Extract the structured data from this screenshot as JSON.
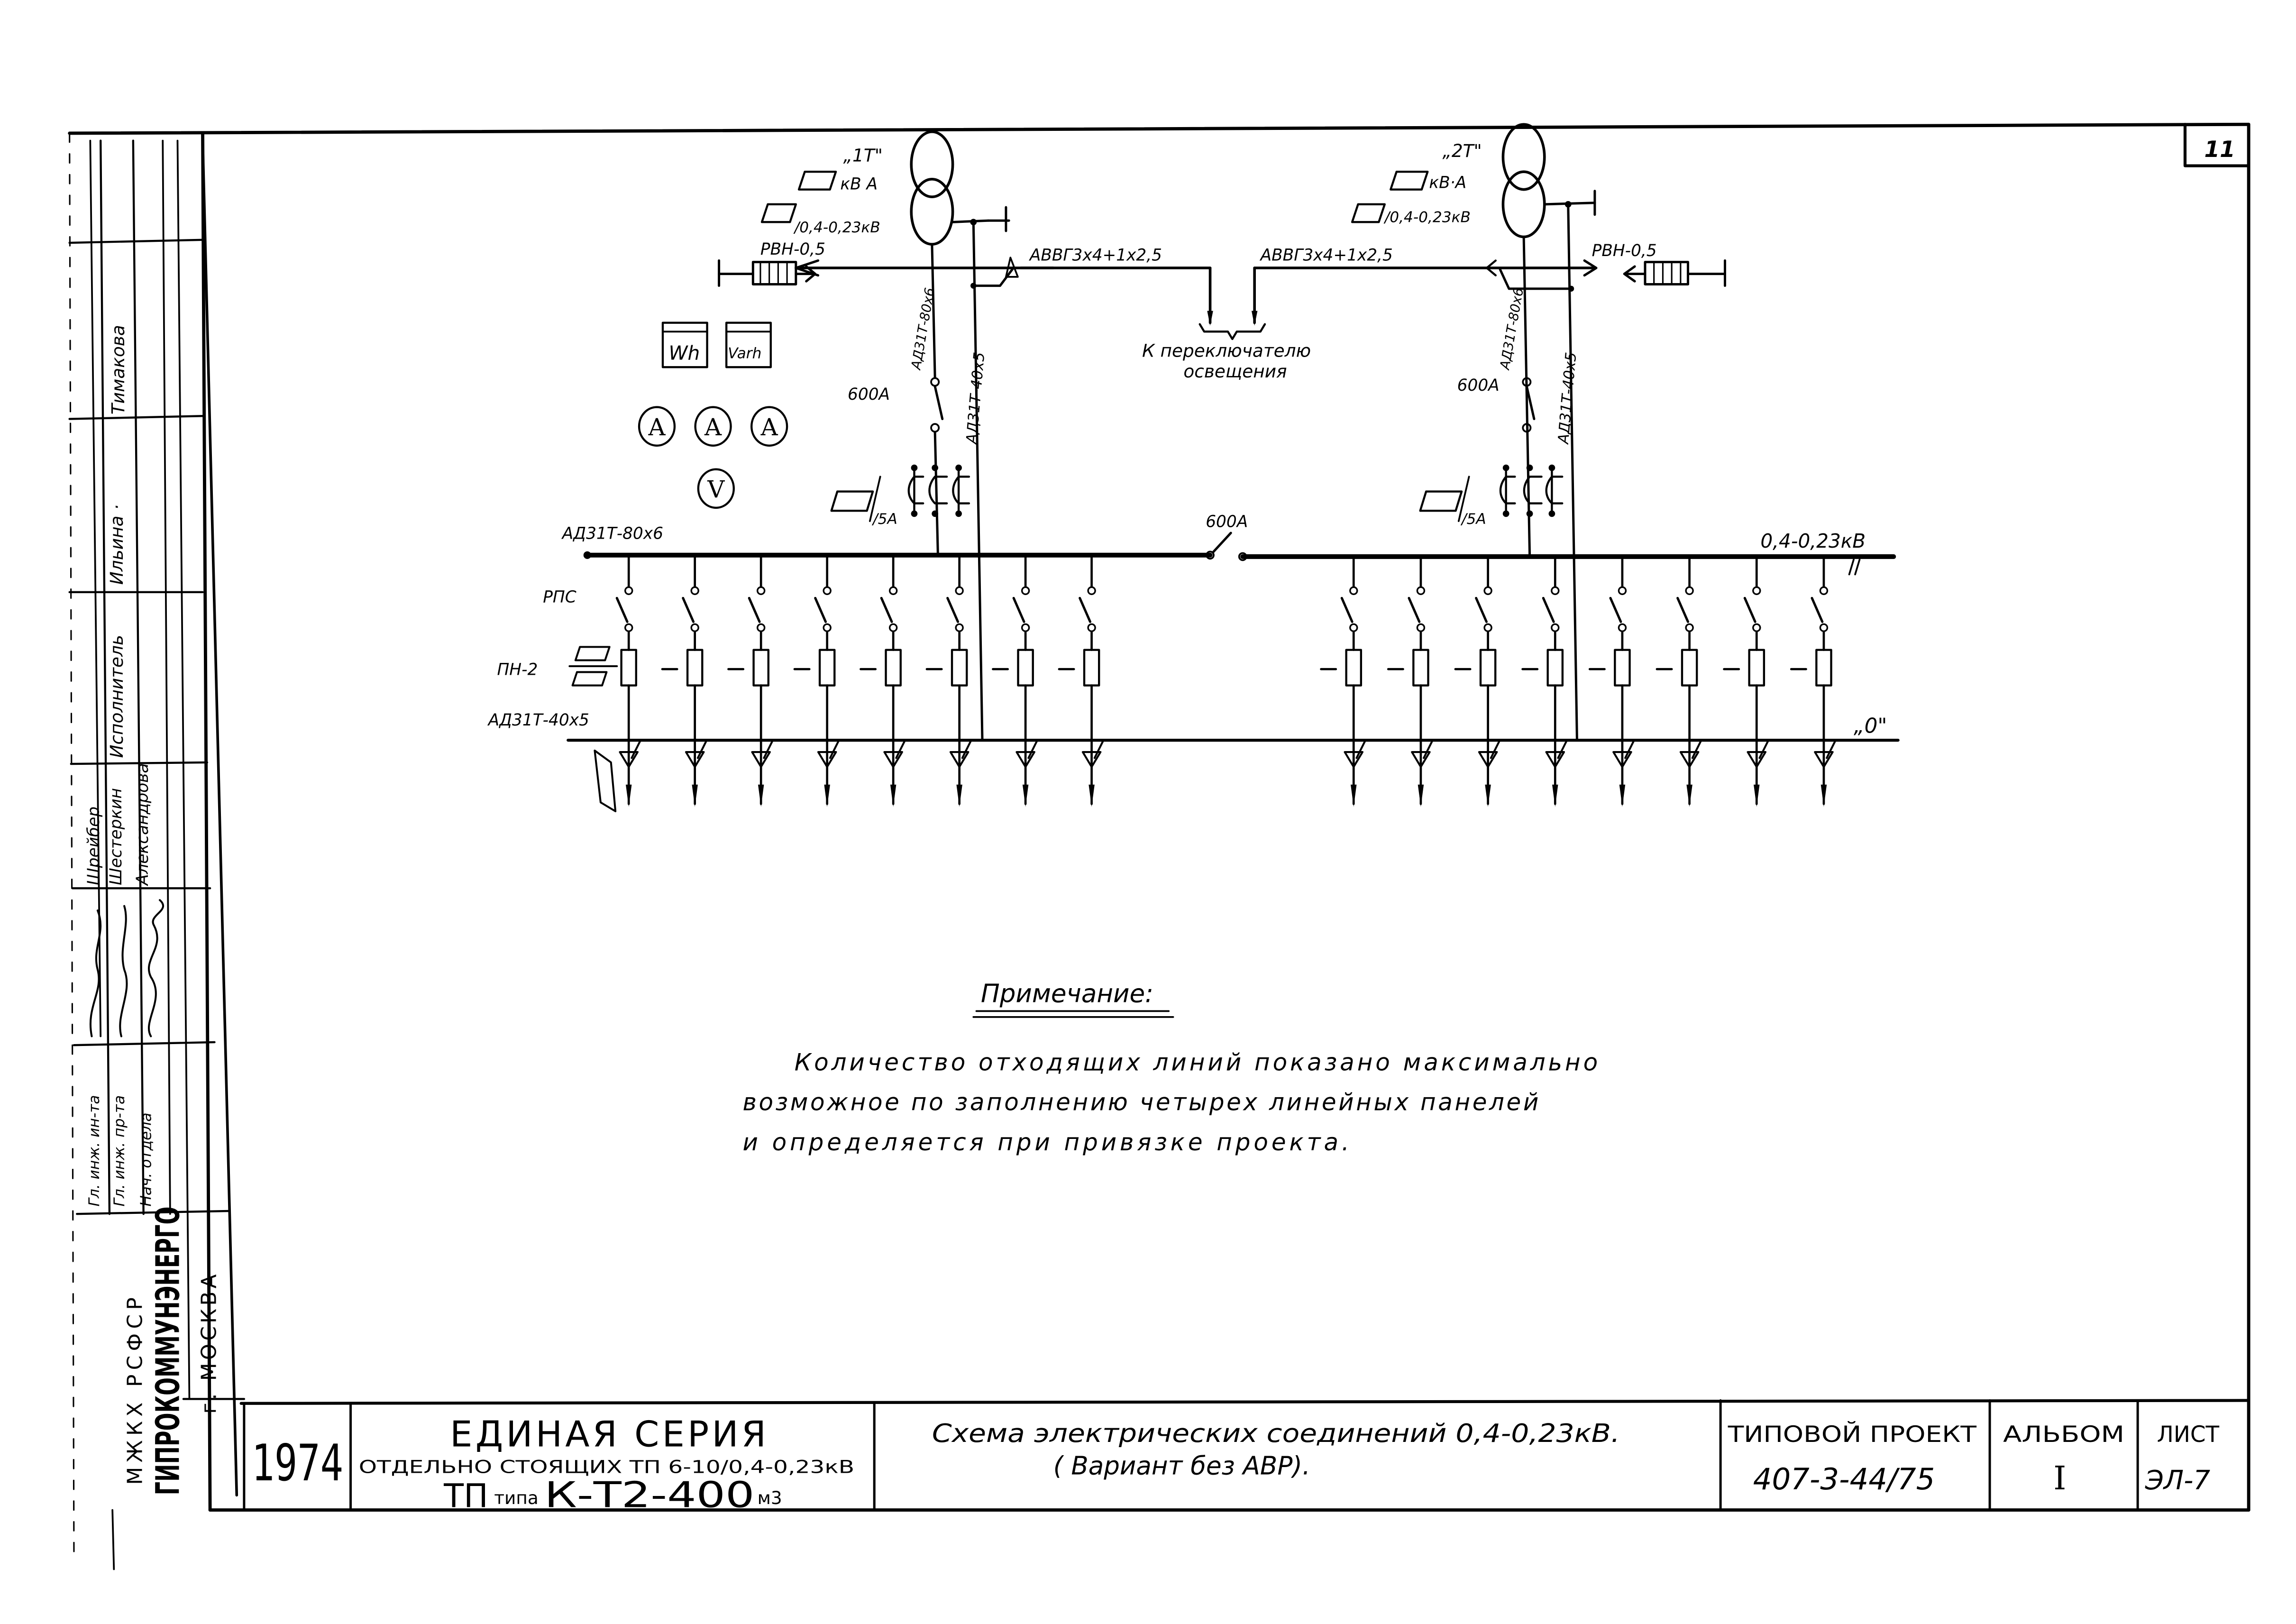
{
  "sheet": {
    "sheet_number": "11",
    "ink_color": "#000000",
    "paper_color": "#ffffff"
  },
  "transformers": [
    {
      "label": "„1Т\"",
      "power_unit": "кВ А",
      "voltage": "/0,4-0,23кВ",
      "surge_arrester": "РВН-0,5",
      "busbar_down": "АД31Т-80х6",
      "neutral_riser": "АД31Т-40х5",
      "breaker": "600А",
      "ct_ratio": "/5А"
    },
    {
      "label": "„2Т\"",
      "power_unit": "кВ·А",
      "voltage": "/0,4-0,23кВ",
      "surge_arrester": "РВН-0,5",
      "busbar_down": "АД31Т-80х6",
      "neutral_riser": "АД31Т-40х5",
      "breaker": "600А",
      "ct_ratio": "/5А"
    }
  ],
  "lighting": {
    "cable_left": "АВВГ3х4+1х2,5",
    "cable_right": "АВВГ3х4+1х2,5",
    "target_line1": "К переключателю",
    "target_line2": "освещения"
  },
  "meters": {
    "energy_active": "Wh",
    "energy_reactive": "Varh",
    "ammeter": "A",
    "voltmeter": "V"
  },
  "bus": {
    "main_label": "АД31Т-80х6",
    "voltage_label": "0,4-0,23кВ",
    "sectional_breaker": "600А",
    "switch_label": "РПС",
    "fuse_label": "ПН-2",
    "neutral_bus_label": "АД31Т-40х5",
    "neutral_name": "„0\"",
    "left_feeders": 8,
    "right_feeders": 8
  },
  "note": {
    "title": "Примечание:",
    "line1": "Количество  отходящих  линий  показано  максимально",
    "line2": "возможное  по заполнению  четырех  линейных  панелей",
    "line3": "и  определяется  при  привязке  проекта."
  },
  "stamp": {
    "org_line1": "МЖКХ РСФСР",
    "org_line2": "ГИПРОКОММУНЭНЕРГО",
    "org_line3": "г. МОСКВА",
    "roles": [
      "Гл. инж. ин-та",
      "Гл. инж. пр-та",
      "Нач. отдела"
    ],
    "executor_role": "Исполнитель",
    "names": [
      "Шрейбер",
      "Шестеркин",
      "Александрова"
    ],
    "executor_name": "Тимакова"
  },
  "title_block": {
    "year": "1974",
    "series_title": "ЕДИНАЯ СЕРИЯ",
    "series_sub": "ОТДЕЛЬНО СТОЯЩИХ  ТП 6-10/0,4-0,23кВ",
    "tp_prefix": "ТП",
    "tp_type_word": "типа",
    "tp_code": "К-Т2-400",
    "tp_suffix": "м3",
    "drawing_title_line1": "Схема  электрических  соединений  0,4-0,23кВ.",
    "drawing_title_line2": "( Вариант  без  АВР).",
    "project_label": "ТИПОВОЙ ПРОЕКТ",
    "project_number": "407-3-44/75",
    "album_label": "АЛЬБОМ",
    "album_value": "I",
    "sheet_label": "ЛИСТ",
    "sheet_value": "ЭЛ-7"
  }
}
